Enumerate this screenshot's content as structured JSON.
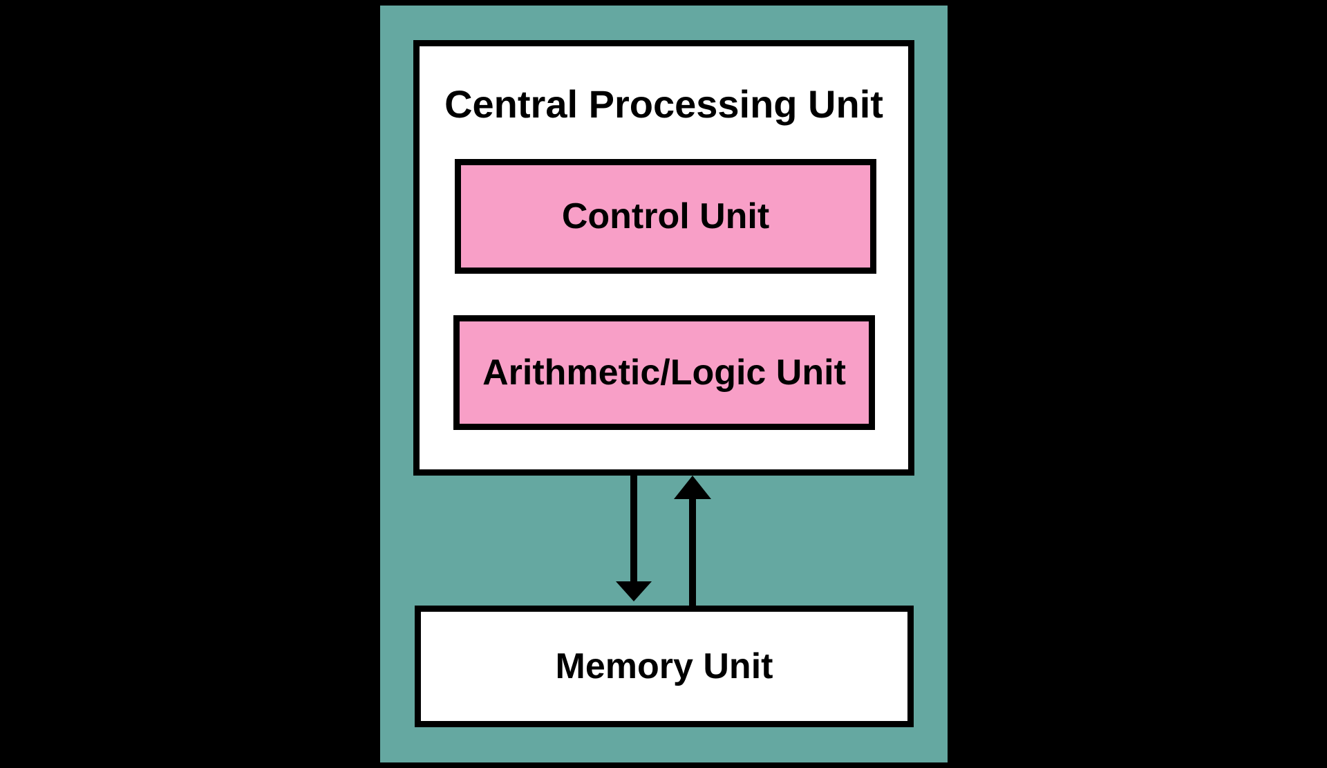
{
  "diagram": {
    "title": "",
    "colors": {
      "page_background": "#000000",
      "board_fill": "#65A8A1",
      "unit_fill_pink": "#F89FC7",
      "unit_fill_white": "#FFFFFF",
      "border_and_text": "#000000"
    },
    "cpu": {
      "title": "Central Processing Unit",
      "children": [
        {
          "label": "Control Unit"
        },
        {
          "label": "Arithmetic/Logic Unit"
        }
      ]
    },
    "memory": {
      "label": "Memory Unit"
    },
    "arrows": [
      {
        "name": "cpu-to-memory-arrow",
        "direction": "down"
      },
      {
        "name": "memory-to-cpu-arrow",
        "direction": "up"
      }
    ]
  }
}
